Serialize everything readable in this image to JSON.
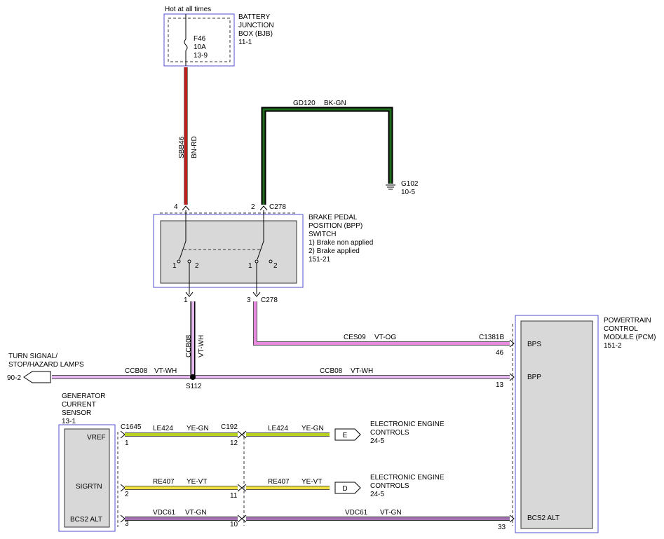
{
  "colors": {
    "bn_rd": "#c0201c",
    "bk_gn": "#1e6b1e",
    "vt_wh": "#e6b8f0",
    "vt_og": "#e88be0",
    "ye_gn": "#b8d020",
    "ye_vt": "#f0e040",
    "vt_gn": "#a070b0",
    "box_fill": "#d8d8d8",
    "box_border": "#5050d0"
  },
  "bjb": {
    "header": "Hot at all times",
    "title_line1": "BATTERY",
    "title_line2": "JUNCTION",
    "title_line3": "BOX (BJB)",
    "page_ref": "11-1",
    "fuse_id": "F46",
    "fuse_rating": "10A",
    "fuse_ref": "13-9"
  },
  "wires": {
    "sbb46_circuit": "SBB46",
    "sbb46_color": "BN-RD",
    "gd120_label": "GD120",
    "gd120_color": "BK-GN",
    "ccb08_circuit": "CCB08",
    "ccb08_color": "VT-WH",
    "ccb08_left_label": "CCB08",
    "ccb08_left_color": "VT-WH",
    "ccb08_right_label": "CCB08",
    "ccb08_right_color": "VT-WH",
    "ces09_label": "CES09",
    "ces09_color": "VT-OG",
    "le424_a": "LE424",
    "le424_a_color": "YE-GN",
    "le424_b": "LE424",
    "le424_b_color": "YE-GN",
    "re407_a": "RE407",
    "re407_a_color": "YE-VT",
    "re407_b": "RE407",
    "re407_b_color": "YE-VT",
    "vdc61_a": "VDC61",
    "vdc61_a_color": "VT-GN",
    "vdc61_b": "VDC61",
    "vdc61_b_color": "VT-GN"
  },
  "ground": {
    "id": "G102",
    "ref": "10-5"
  },
  "bpp_switch": {
    "title_line1": "BRAKE PEDAL",
    "title_line2": "POSITION (BPP)",
    "title_line3": "SWITCH",
    "state1": "1) Brake non applied",
    "state2": "2) Brake applied",
    "page_ref": "151-21",
    "pin_top_left": "4",
    "pin_top_right": "2",
    "conn_top": "C278",
    "pin_bottom_left": "1",
    "pin_bottom_right": "3",
    "conn_bottom": "C278",
    "sw_a_pos1": "1",
    "sw_a_pos2": "2",
    "sw_b_pos1": "1",
    "sw_b_pos2": "2"
  },
  "pcm": {
    "title_line1": "POWERTRAIN",
    "title_line2": "CONTROL",
    "title_line3": "MODULE (PCM)",
    "page_ref": "151-2",
    "conn": "C1381B",
    "pin_bps_num": "46",
    "pin_bps": "BPS",
    "pin_bpp_num": "13",
    "pin_bpp": "BPP",
    "pin_bcs_num": "33",
    "pin_bcs": "BCS2 ALT"
  },
  "turn_signal": {
    "line1": "TURN SIGNAL/",
    "line2": "STOP/HAZARD LAMPS",
    "ref": "90-2"
  },
  "splice": {
    "id": "S112"
  },
  "gen_sensor": {
    "title_line1": "GENERATOR",
    "title_line2": "CURRENT",
    "title_line3": "SENSOR",
    "page_ref": "13-1",
    "conn": "C1645",
    "pin1_label": "VREF",
    "pin1_num": "1",
    "pin2_label": "SIGRTN",
    "pin2_num": "2",
    "pin3_label": "BCS2 ALT",
    "pin3_num": "3"
  },
  "c192": {
    "conn": "C192",
    "pin_a": "12",
    "pin_b": "11",
    "pin_c": "10"
  },
  "eec_e": {
    "letter": "E",
    "line1": "ELECTRONIC ENGINE",
    "line2": "CONTROLS",
    "ref": "24-5"
  },
  "eec_d": {
    "letter": "D",
    "line1": "ELECTRONIC ENGINE",
    "line2": "CONTROLS",
    "ref": "24-5"
  }
}
